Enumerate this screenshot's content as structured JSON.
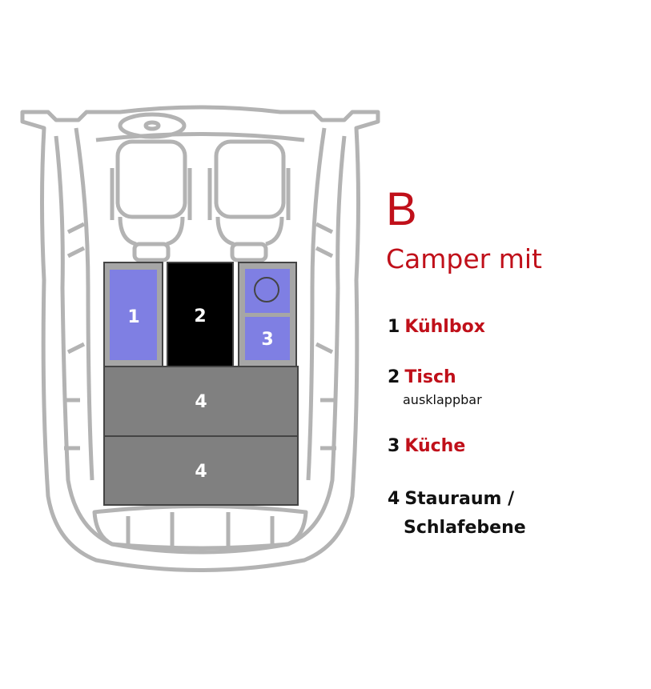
{
  "heading": {
    "letter": "B",
    "title": "Camper mit"
  },
  "legend": [
    {
      "num": "1",
      "label": "Kühlbox"
    },
    {
      "num": "2",
      "label": "Tisch",
      "note": "ausklappbar"
    },
    {
      "num": "3",
      "label": "Küche"
    },
    {
      "num": "4",
      "label": "Stauraum /",
      "label2": "Schlafebene"
    }
  ],
  "zones": {
    "z1": "1",
    "z2": "2",
    "z3": "3",
    "z4a": "4",
    "z4b": "4"
  },
  "colors": {
    "accent": "#c0101a",
    "module": "#7f7fe3",
    "storage": "#808080",
    "car_outline": "#b3b3b3"
  }
}
